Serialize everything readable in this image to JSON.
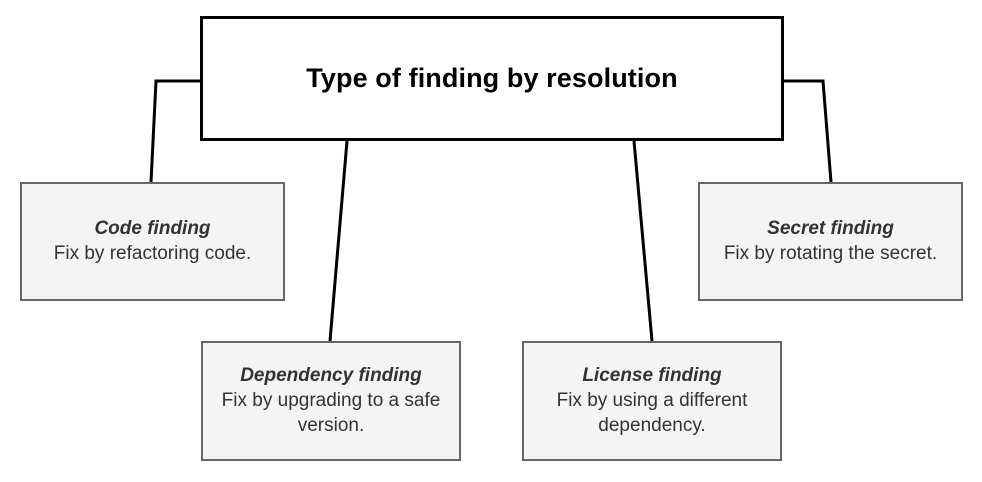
{
  "diagram": {
    "type": "tree",
    "background_color": "#ffffff",
    "root": {
      "title": "Type of finding by resolution",
      "fill_color": "#ffffff",
      "border_color": "#000000"
    },
    "children": [
      {
        "id": "code-finding",
        "title": "Code finding",
        "description": "Fix by refactoring code.",
        "fill_color": "#f4f4f4",
        "border_color": "#666666",
        "text_color": "#333333"
      },
      {
        "id": "dependency-finding",
        "title": "Dependency finding",
        "description": "Fix by upgrading to a safe version.",
        "fill_color": "#f4f4f4",
        "border_color": "#666666",
        "text_color": "#333333"
      },
      {
        "id": "license-finding",
        "title": "License finding",
        "description": "Fix by using a different dependency.",
        "fill_color": "#f4f4f4",
        "border_color": "#666666",
        "text_color": "#333333"
      },
      {
        "id": "secret-finding",
        "title": "Secret finding",
        "description": "Fix by rotating the secret.",
        "fill_color": "#f4f4f4",
        "border_color": "#666666",
        "text_color": "#333333"
      }
    ],
    "connectors": [
      {
        "id": "root-to-code",
        "from": "root",
        "to": "code-finding"
      },
      {
        "id": "root-to-dependency",
        "from": "root",
        "to": "dependency-finding"
      },
      {
        "id": "root-to-license",
        "from": "root",
        "to": "license-finding"
      },
      {
        "id": "root-to-secret",
        "from": "root",
        "to": "secret-finding"
      }
    ]
  }
}
